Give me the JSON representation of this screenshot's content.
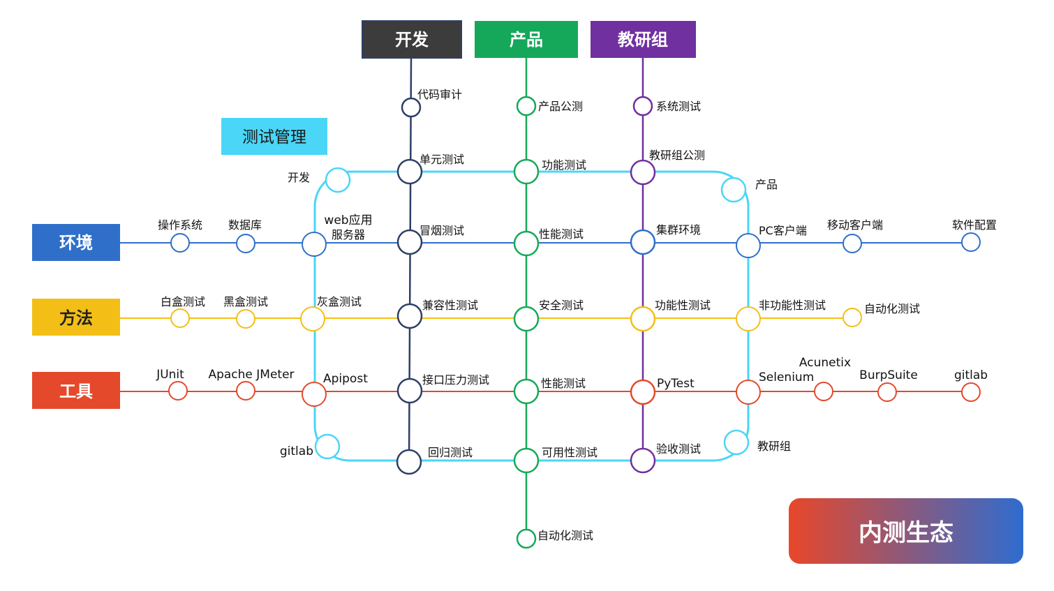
{
  "title": "内测生态",
  "colors": {
    "dev": "#2e3f66",
    "dev_box": "#3c3c3c",
    "product": "#16a85a",
    "research": "#7030a0",
    "env": "#2f6fc9",
    "method": "#f3bf16",
    "tool": "#e4492b",
    "mgmt": "#4ad6f7",
    "grad_start": "#e8472a",
    "grad_end": "#2f6ccf"
  },
  "columns": {
    "dev": "开发",
    "product": "产品",
    "research": "教研组"
  },
  "rows": {
    "env": "环境",
    "method": "方法",
    "tool": "工具"
  },
  "management": {
    "label": "测试管理",
    "corners": {
      "dev": "开发",
      "product": "产品",
      "gitlab": "gitlab",
      "research": "教研组"
    }
  },
  "dev_stations": [
    "代码审计",
    "单元测试",
    "冒烟测试",
    "兼容性测试",
    "接口压力测试",
    "回归测试"
  ],
  "product_stations": [
    "产品公测",
    "功能测试",
    "性能测试",
    "安全测试",
    "性能测试",
    "可用性测试",
    "自动化测试"
  ],
  "research_stations": [
    "系统测试",
    "教研组公测",
    "集群环境",
    "功能性测试",
    "PyTest",
    "验收测试"
  ],
  "env_stations": [
    "操作系统",
    "数据库",
    "web应用",
    "服务器",
    "PC客户端",
    "移动客户端",
    "软件配置"
  ],
  "method_stations": [
    "白盒测试",
    "黑盒测试",
    "灰盒测试",
    "非功能性测试",
    "自动化测试"
  ],
  "tool_stations": [
    "JUnit",
    "Apache JMeter",
    "Apipost",
    "Selenium",
    "Acunetix",
    "BurpSuite",
    "gitlab"
  ]
}
